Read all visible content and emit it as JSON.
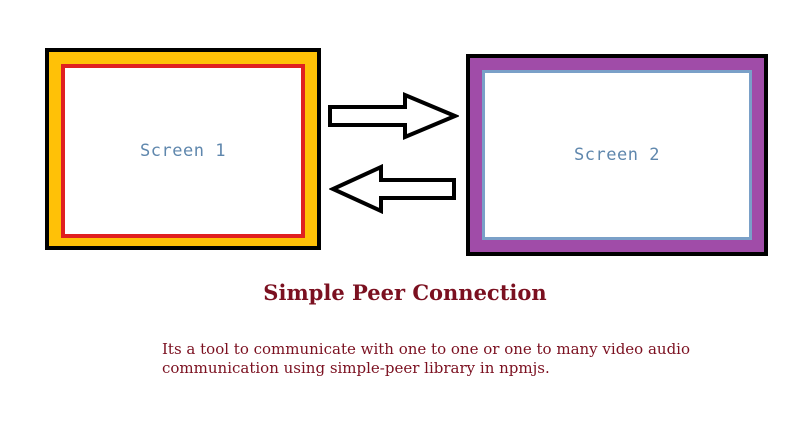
{
  "diagram": {
    "screen1": {
      "label": "Screen 1",
      "outer_color": "#ffc107",
      "inner_border_color": "#e02020"
    },
    "screen2": {
      "label": "Screen 2",
      "outer_color": "#a04ca8",
      "inner_border_color": "#7aa0c8"
    },
    "arrows": [
      {
        "direction": "right",
        "from": "Screen 1",
        "to": "Screen 2"
      },
      {
        "direction": "left",
        "from": "Screen 2",
        "to": "Screen 1"
      }
    ],
    "title": "Simple Peer Connection",
    "description": "Its a tool to communicate with one to one or one to many video audio communication using simple-peer library in npmjs.",
    "text_color": "#7b1020"
  }
}
